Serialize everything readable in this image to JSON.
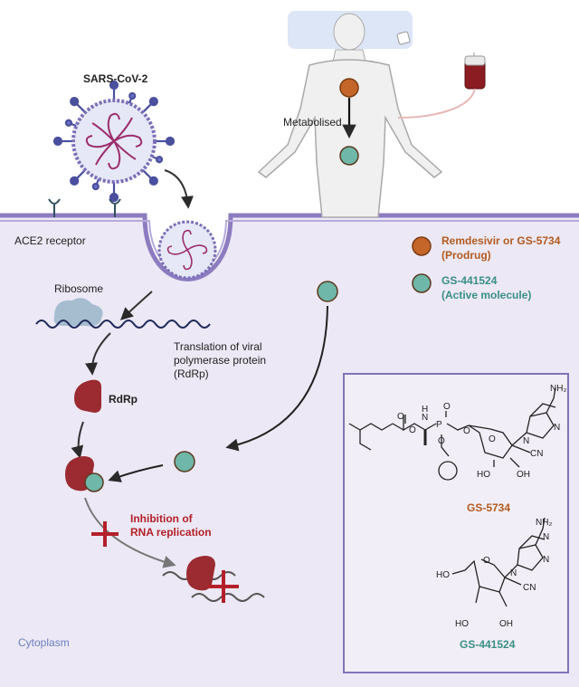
{
  "virus_label": "SARS-CoV-2",
  "receptor_label": "ACE2 receptor",
  "metabolised_label": "Metabolised",
  "ribosome_label": "Ribosome",
  "translation_label": [
    "Translation of viral",
    "polymerase protein",
    "(RdRp)"
  ],
  "rdrp_label": "RdRp",
  "inhibition_label": [
    "Inhibition of",
    "RNA replication"
  ],
  "cytoplasm_label": "Cytoplasm",
  "legend": {
    "prodrug": [
      "Remdesivir or GS-5734",
      "(Prodrug)"
    ],
    "active": [
      "GS-441524",
      "(Active molecule)"
    ]
  },
  "structures": {
    "gs5734": "GS-5734",
    "gs441524": "GS-441524",
    "nh2": "NH₂",
    "n": "N",
    "o": "O",
    "p": "P",
    "h": "H",
    "cn": "CN",
    "ho": "HO",
    "oh": "OH"
  },
  "colors": {
    "prodrug": "#c4662a",
    "active": "#6fb7a8",
    "membrane": "#8d7cc0",
    "cytoplasm": "#ece8f5",
    "rdrp": "#9b2b31",
    "virus_spike": "#4a4f9e",
    "virus_rna": "#9c2d6c",
    "red_x": "#b3202a"
  }
}
